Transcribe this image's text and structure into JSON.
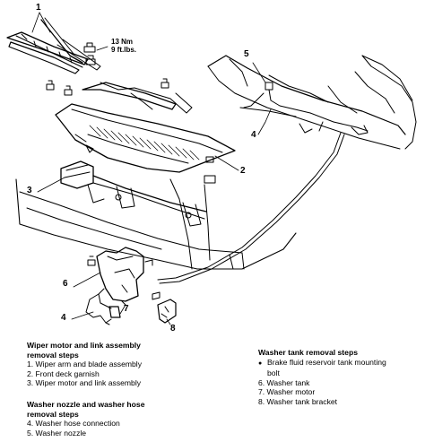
{
  "callouts": [
    "1",
    "2",
    "3",
    "4",
    "5",
    "6",
    "7",
    "8",
    "4"
  ],
  "torque": {
    "line1": "13 Nm",
    "line2": "9 ft.lbs."
  },
  "sections": {
    "wiper": {
      "title1": "Wiper motor and link assembly",
      "title2": "removal steps",
      "steps": [
        "1. Wiper arm and blade assembly",
        "2. Front deck garnish",
        "3. Wiper motor and link assembly"
      ]
    },
    "nozzle": {
      "title1": "Washer nozzle and washer hose",
      "title2": "removal steps",
      "steps": [
        "4. Washer hose connection",
        "5. Washer nozzle"
      ]
    },
    "tank": {
      "title1": "Washer tank removal steps",
      "bullet_line1": "Brake fluid reservoir tank mounting",
      "bullet_line2": "bolt",
      "steps": [
        "6. Washer tank",
        "7. Washer motor",
        "8. Washer tank bracket"
      ]
    }
  },
  "colors": {
    "line": "#000000",
    "background": "#ffffff"
  }
}
